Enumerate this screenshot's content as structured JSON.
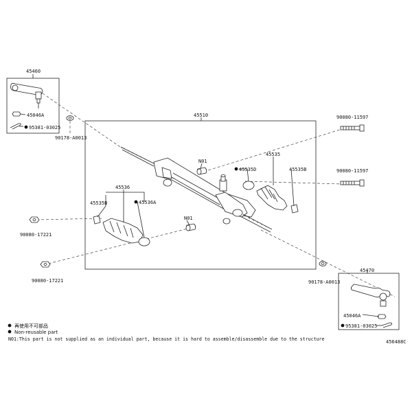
{
  "diagram_id": "456488C",
  "parts": {
    "tie_rod_end_left": "45460",
    "tie_rod_end_right": "45470",
    "rack_assembly": "45510",
    "boot_left": "45536",
    "boot_right": "45535",
    "boot_clip_left_b": "45535B",
    "boot_clip_left_a": "45536A",
    "boot_clip_right_d": "45535D",
    "boot_clip_right_b": "45535B",
    "nut_left": "45046A",
    "pin_left": "95381-03025",
    "nut_right": "45046A",
    "pin_right": "95381-03025",
    "washer_left": "90178-A0013",
    "washer_right": "90178-A0013",
    "bolt_upper": "90080-11597",
    "bolt_lower": "90080-11597",
    "nut_a": "90080-17221",
    "nut_b": "90080-17221",
    "n01_upper": "N01",
    "n01_lower": "N01"
  },
  "legend": {
    "line1": "再使用不可部品",
    "line2": "Non-reusable part",
    "line3": "N01:This part is not supplied as an individual part, because it is hard to assemble/disassemble due to the structure"
  }
}
